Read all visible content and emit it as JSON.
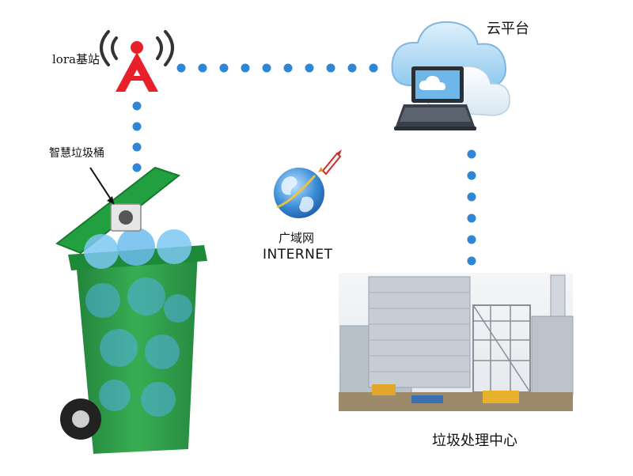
{
  "labels": {
    "lora_station": "lora基站",
    "cloud_platform": "云平台",
    "smart_bin": "智慧垃圾桶",
    "wan_cn": "广域网",
    "wan_en": "INTERNET",
    "processing_center": "垃圾处理中心"
  },
  "icons": {
    "antenna": "lora-antenna-icon",
    "cloud": "cloud-laptop-icon",
    "globe": "globe-rocket-icon",
    "bin": "smart-trash-bin-icon",
    "plant": "processing-plant-image"
  },
  "colors": {
    "link_dots": "#2f86d6",
    "antenna_red": "#e8202a",
    "bin_green": "#1f9a3c",
    "cloud_blue": "#6fb7e8"
  }
}
